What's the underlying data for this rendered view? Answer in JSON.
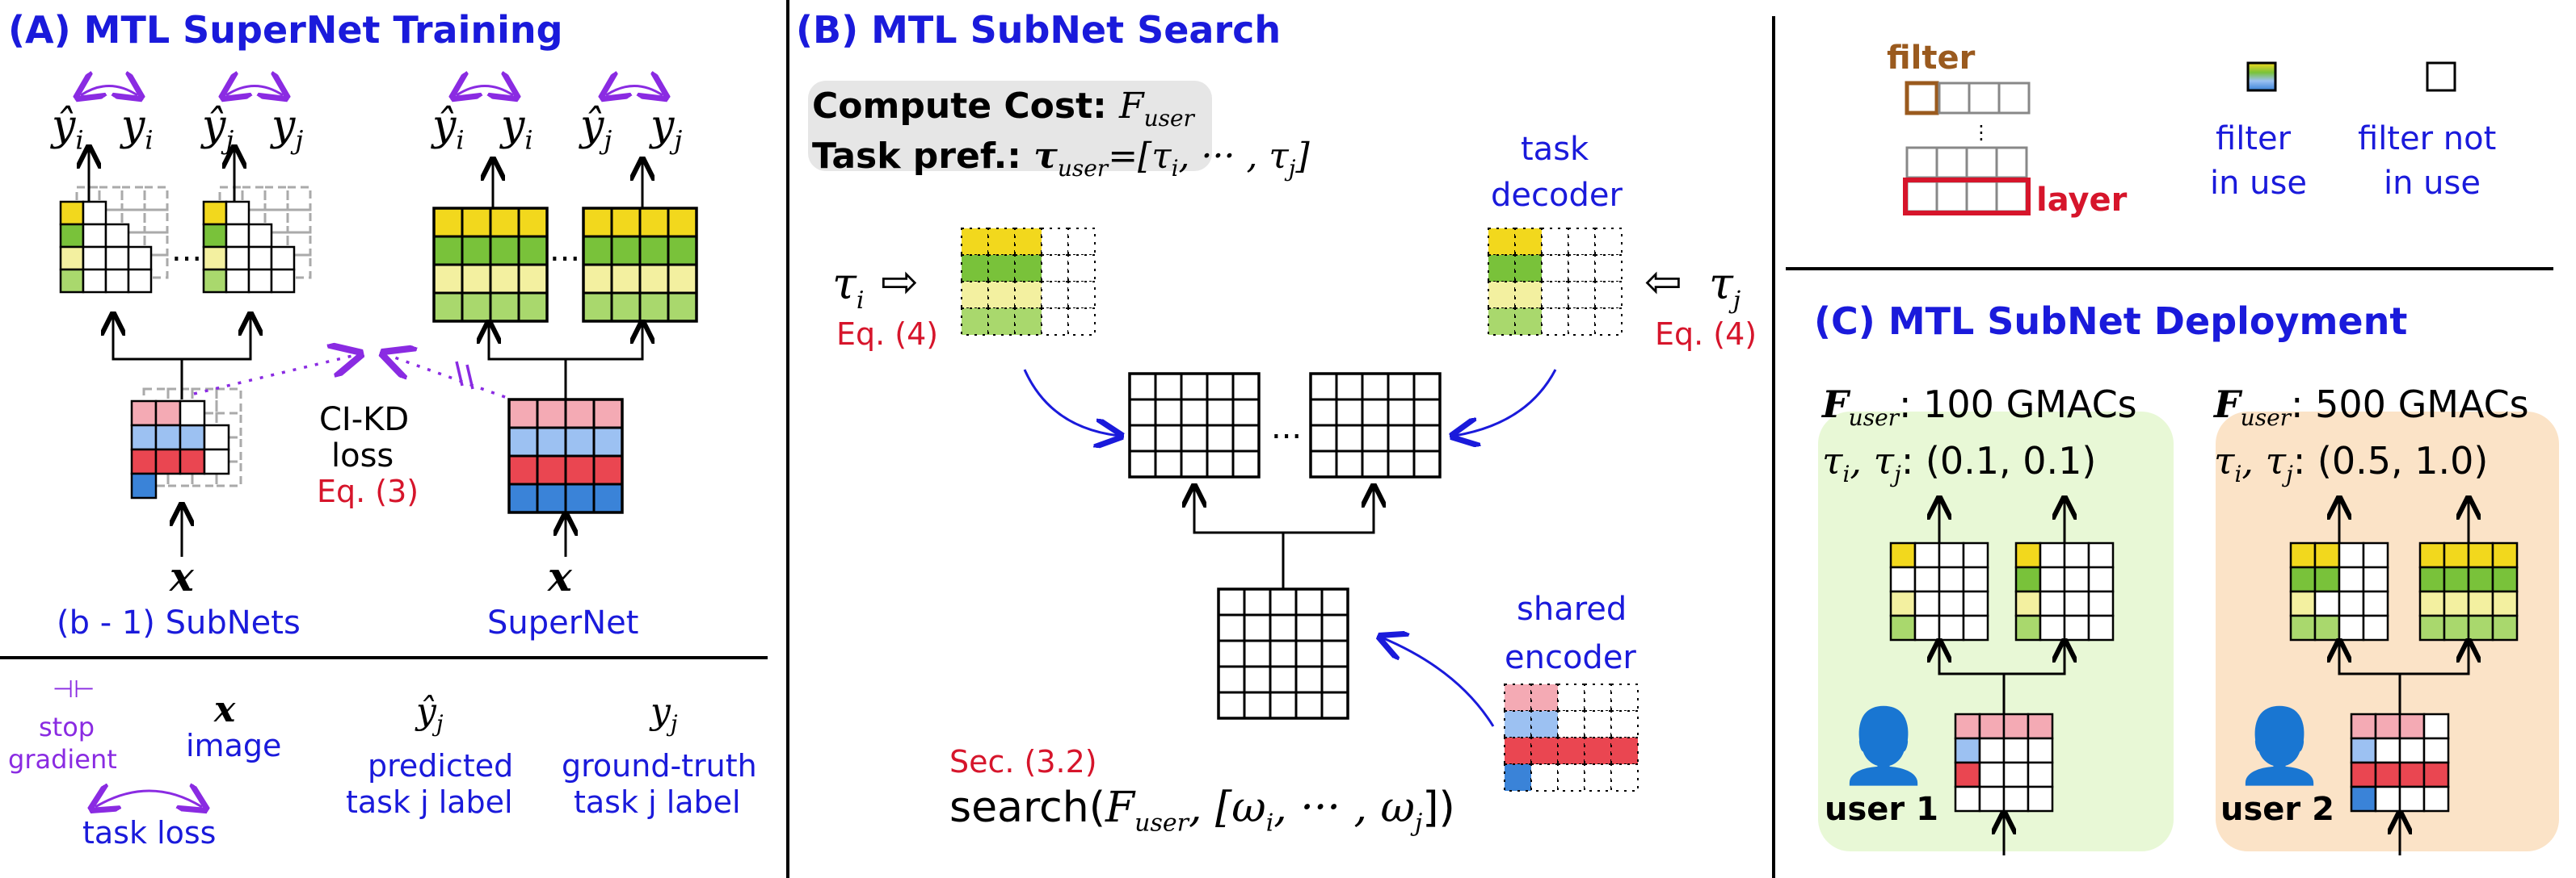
{
  "colors": {
    "heading_blue": "#1a1adb",
    "equation_red": "#d6152b",
    "arrow_purple": "#8a2be2",
    "filter_brown": "#9a5a1e",
    "yellow": "#f2d81d",
    "green_dark": "#79c23a",
    "green_light": "#a9d86d",
    "yellow_light": "#f3f0a0",
    "pink": "#f4aab4",
    "light_blue": "#9cc1f2",
    "red": "#ea4651",
    "blue": "#3a83d8",
    "panel_green": "#e8f8d6",
    "panel_orange": "#fbe3c7"
  },
  "panelA": {
    "title": "(A) MTL SuperNet Training",
    "left_labels": {
      "yhat": "ŷ",
      "y": "y",
      "i": "i",
      "j": "j"
    },
    "ci_kd": {
      "line1": "CI-KD",
      "line2": "loss",
      "eq": "Eq. (3)"
    },
    "x_symbol": "x",
    "subnets_label": "(b - 1) SubNets",
    "supernet_label": "SuperNet",
    "dots": "..."
  },
  "legendA": {
    "stop_gradient": {
      "icon": "stop-gradient-icon",
      "line1": "stop",
      "line2": "gradient"
    },
    "image": {
      "symbol": "x",
      "label": "image"
    },
    "task_loss": {
      "label": "task loss"
    },
    "predicted": {
      "symbol": "ŷ",
      "sub": "j",
      "line1": "predicted",
      "line2": "task j label"
    },
    "ground_truth": {
      "symbol": "y",
      "sub": "j",
      "line1": "ground-truth",
      "line2": "task j label"
    }
  },
  "panelB": {
    "title": "(B) MTL SubNet Search",
    "compute_cost_label": "Compute Cost:",
    "compute_cost_value": "F",
    "compute_cost_sub": "user",
    "task_pref_label": "Task pref.:",
    "task_pref_symbol": "τ",
    "task_pref_sub": "user",
    "task_pref_value": "=[τ",
    "task_pref_value2": "i",
    "task_pref_value3": ", ··· , τ",
    "task_pref_value4": "j",
    "task_pref_value5": "]",
    "tau_i": "τ",
    "tau_i_sub": "i",
    "tau_j": "τ",
    "tau_j_sub": "j",
    "eq4_left": "Eq. (4)",
    "eq4_right": "Eq. (4)",
    "task_decoder_line1": "task",
    "task_decoder_line2": "decoder",
    "shared_encoder_line1": "shared",
    "shared_encoder_line2": "encoder",
    "sec_ref": "Sec. (3.2)",
    "search_text": "search(",
    "search_F": "F",
    "search_user": "user",
    "search_rest": ", [ω",
    "search_i": "i",
    "search_mid": ",  ··· , ω",
    "search_j": "j",
    "search_end": "])",
    "dots": "..."
  },
  "legendTop": {
    "filter_label": "filter",
    "layer_label": "layer",
    "filter_in_use_line1": "filter",
    "filter_in_use_line2": "in use",
    "filter_not_in_use_line1": "filter not",
    "filter_not_in_use_line2": "in use"
  },
  "panelC": {
    "title": "(C) MTL SubNet Deployment",
    "user1": {
      "F": "F",
      "sub": "user",
      "value": ": 100 GMACs",
      "tau": "τ",
      "tau_i": "i",
      "tau_mid": ",  τ",
      "tau_j": "j",
      "tau_value": ": (0.1, 0.1)",
      "label": "user 1"
    },
    "user2": {
      "F": "F",
      "sub": "user",
      "value": ": 500 GMACs",
      "tau": "τ",
      "tau_i": "i",
      "tau_mid": ",  τ",
      "tau_j": "j",
      "tau_value": ": (0.5, 1.0)",
      "label": "user 2"
    }
  }
}
